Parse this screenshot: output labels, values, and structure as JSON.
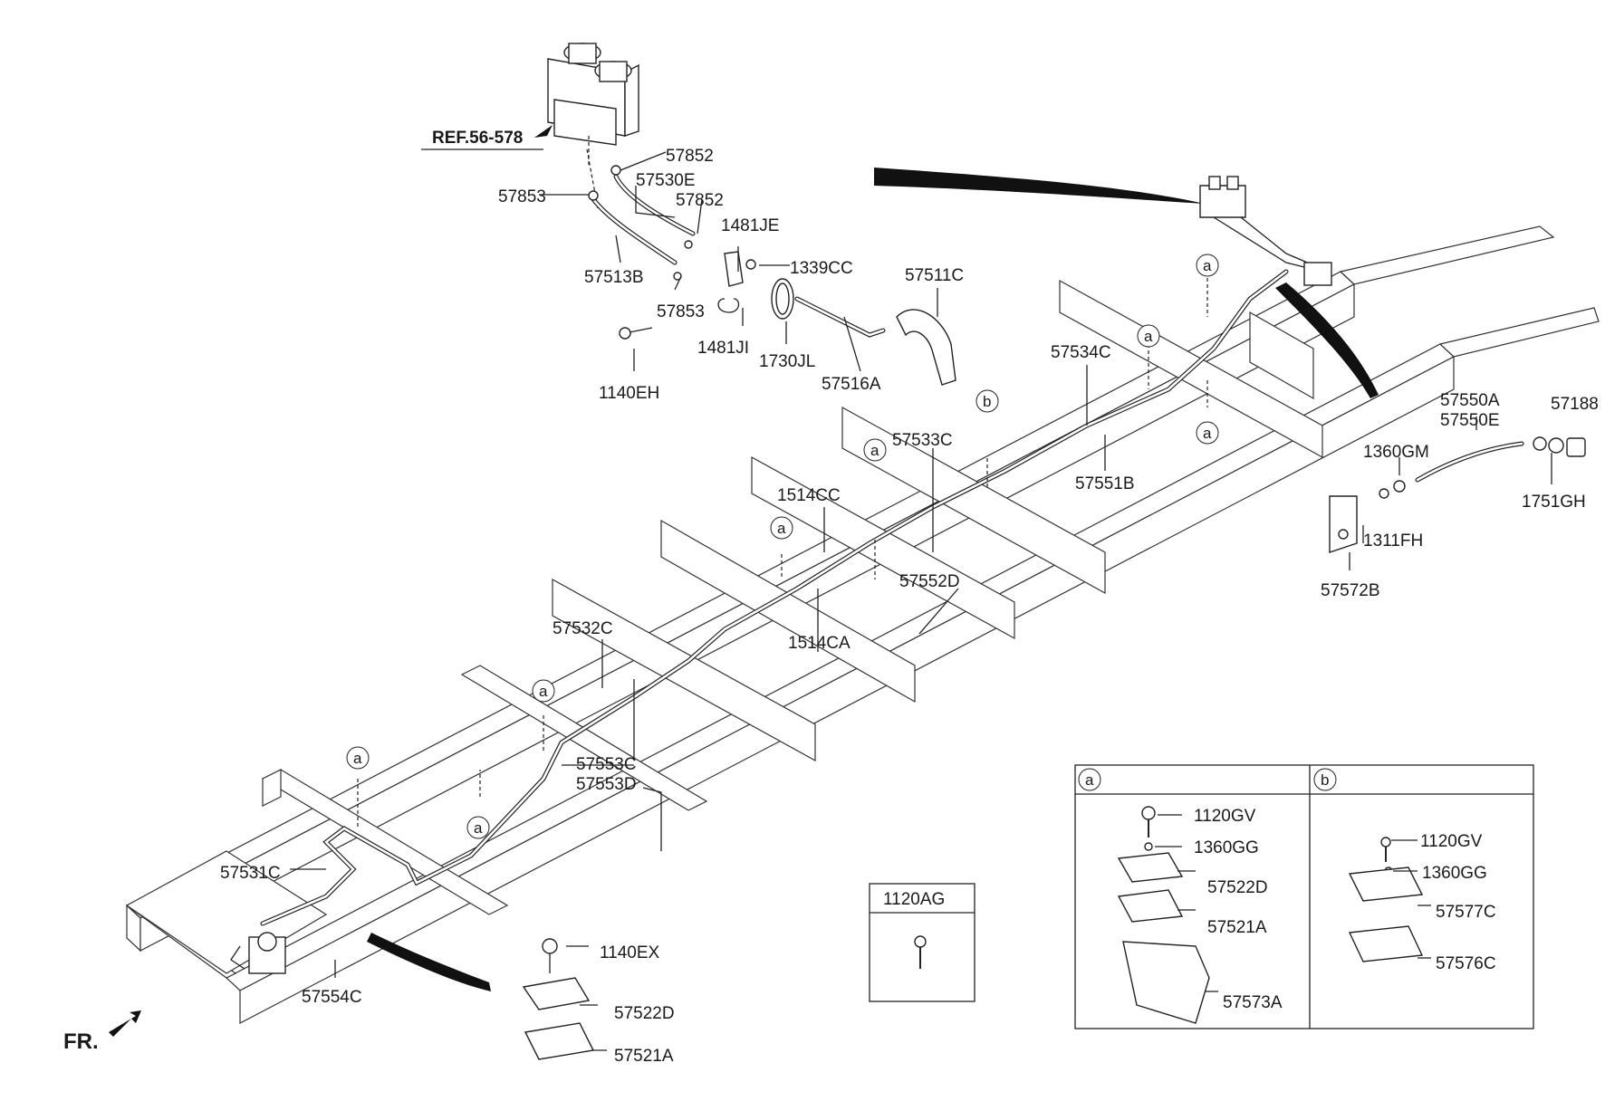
{
  "diagram": {
    "reference": "REF.56-578",
    "front_indicator": "FR.",
    "callout_letter_a": "a",
    "callout_letter_b": "b",
    "part_labels": {
      "p57852_top": "57852",
      "p57530E": "57530E",
      "p57853_top": "57853",
      "p57852_mid": "57852",
      "p1481JE": "1481JE",
      "p1339CC": "1339CC",
      "p57513B": "57513B",
      "p57853_mid": "57853",
      "p57511C": "57511C",
      "p1481JI": "1481JI",
      "p1730JL": "1730JL",
      "p57516A": "57516A",
      "p1140EH": "1140EH",
      "p57534C": "57534C",
      "p57533C": "57533C",
      "p57551B": "57551B",
      "p57550A": "57550A",
      "p57550E": "57550E",
      "p57188": "57188",
      "p1360GM": "1360GM",
      "p1751GH": "1751GH",
      "p1311FH": "1311FH",
      "p57572B": "57572B",
      "p1514CC": "1514CC",
      "p57552D": "57552D",
      "p57532C": "57532C",
      "p1514CA": "1514CA",
      "p57553C": "57553C",
      "p57553D": "57553D",
      "p57531C": "57531C",
      "p57554C": "57554C",
      "p1140EX": "1140EX",
      "p57522D_bottom": "57522D",
      "p57521A_bottom": "57521A"
    },
    "box_1120AG": {
      "title": "1120AG"
    },
    "detail_box": {
      "panel_a_header": "a",
      "panel_b_header": "b",
      "panel_a_labels": [
        "1120GV",
        "1360GG",
        "57522D",
        "57521A",
        "57573A"
      ],
      "panel_b_labels": [
        "1120GV",
        "1360GG",
        "57577C",
        "57576C"
      ]
    }
  }
}
